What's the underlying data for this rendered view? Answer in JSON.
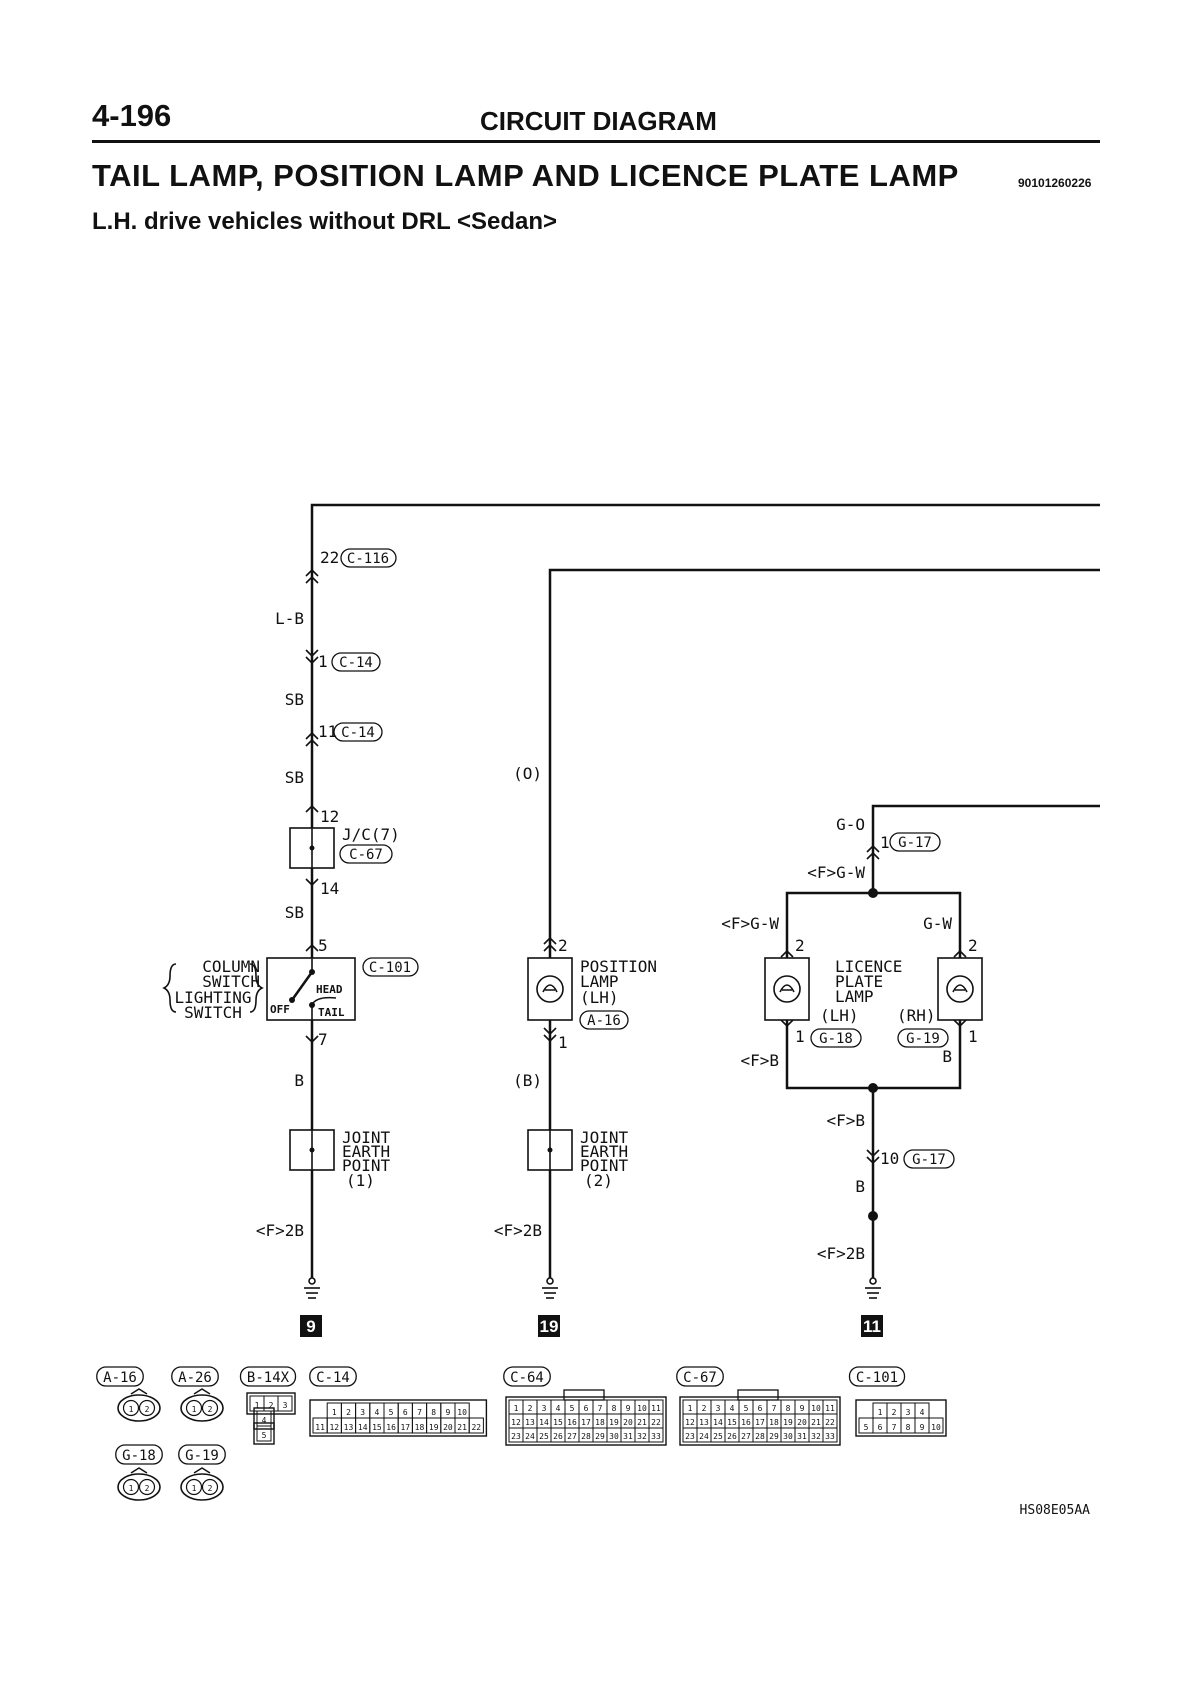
{
  "header": {
    "page_number": "4-196",
    "section": "CIRCUIT DIAGRAM",
    "title": "TAIL LAMP, POSITION LAMP AND LICENCE PLATE LAMP",
    "doc_code": "90101260226",
    "subtitle": "L.H. drive vehicles without DRL <Sedan>"
  },
  "footer": {
    "figure_code": "HS08E05AA"
  },
  "diagram": {
    "wires": {
      "lb": "L-B",
      "sb1": "SB",
      "sb2": "SB",
      "sb3": "SB",
      "b1": "B",
      "f2b_1": "<F>2B",
      "o": "(O)",
      "b2": "(B)",
      "f2b_2": "<F>2B",
      "go": "G-O",
      "fgw_top": "<F>G-W",
      "fgw_left": "<F>G-W",
      "gw_right": "G-W",
      "fb_left": "<F>B",
      "b_right": "B",
      "fb_mid": "<F>B",
      "b_mid": "B",
      "f2b_3": "<F>2B"
    },
    "pins": {
      "p22": "22",
      "p1a": "1",
      "p11": "11",
      "p12": "12",
      "p14": "14",
      "p5": "5",
      "p7": "7",
      "pl2": "2",
      "pl1": "1",
      "gp1": "1",
      "lp2l": "2",
      "lp1l": "1",
      "lp2r": "2",
      "lp1r": "1",
      "p10": "10"
    },
    "connectors": {
      "c116": "C-116",
      "c14a": "C-14",
      "c14b": "C-14",
      "c67": "C-67",
      "c101": "C-101",
      "a16": "A-16",
      "g17a": "G-17",
      "g18": "G-18",
      "g19": "G-19",
      "g17b": "G-17"
    },
    "components": {
      "jc": "J/C(7)",
      "column_switch": [
        "COLUMN",
        "SWITCH",
        "LIGHTING",
        "SWITCH"
      ],
      "switch_positions": {
        "head": "HEAD",
        "off": "OFF",
        "tail": "TAIL"
      },
      "position_lamp": [
        "POSITION",
        "LAMP",
        "(LH)"
      ],
      "licence_lamp": [
        "LICENCE",
        "PLATE",
        "LAMP"
      ],
      "licence_lh": "(LH)",
      "licence_rh": "(RH)",
      "earth1": [
        "JOINT",
        "EARTH",
        "POINT",
        "(1)"
      ],
      "earth2": [
        "JOINT",
        "EARTH",
        "POINT",
        "(2)"
      ]
    },
    "earth_points": [
      "9",
      "19",
      "11"
    ]
  },
  "legend": {
    "connectors": [
      "A-16",
      "A-26",
      "B-14X",
      "C-14",
      "C-64",
      "C-67",
      "C-101",
      "G-18",
      "G-19"
    ],
    "plug_pins": [
      "1",
      "2"
    ],
    "b14x": {
      "row1": [
        "1",
        "2",
        "3"
      ],
      "row2": [
        "4"
      ],
      "row3": [
        "5"
      ]
    },
    "c14": {
      "row1": [
        "1",
        "2",
        "3",
        "4",
        "5",
        "6",
        "7",
        "8",
        "9",
        "10"
      ],
      "row2": [
        "11",
        "12",
        "13",
        "14",
        "15",
        "16",
        "17",
        "18",
        "19",
        "20",
        "21",
        "22"
      ]
    },
    "c22": {
      "row1": [
        "1",
        "2",
        "3",
        "4",
        "5",
        "6",
        "7",
        "8",
        "9",
        "10",
        "11"
      ],
      "row2": [
        "12",
        "13",
        "14",
        "15",
        "16",
        "17",
        "18",
        "19",
        "20",
        "21",
        "22"
      ],
      "row3": [
        "23",
        "24",
        "25",
        "26",
        "27",
        "28",
        "29",
        "30",
        "31",
        "32",
        "33"
      ]
    },
    "c101": {
      "row1": [
        "1",
        "2",
        "3",
        "4"
      ],
      "row2": [
        "5",
        "6",
        "7",
        "8",
        "9",
        "10"
      ]
    }
  }
}
